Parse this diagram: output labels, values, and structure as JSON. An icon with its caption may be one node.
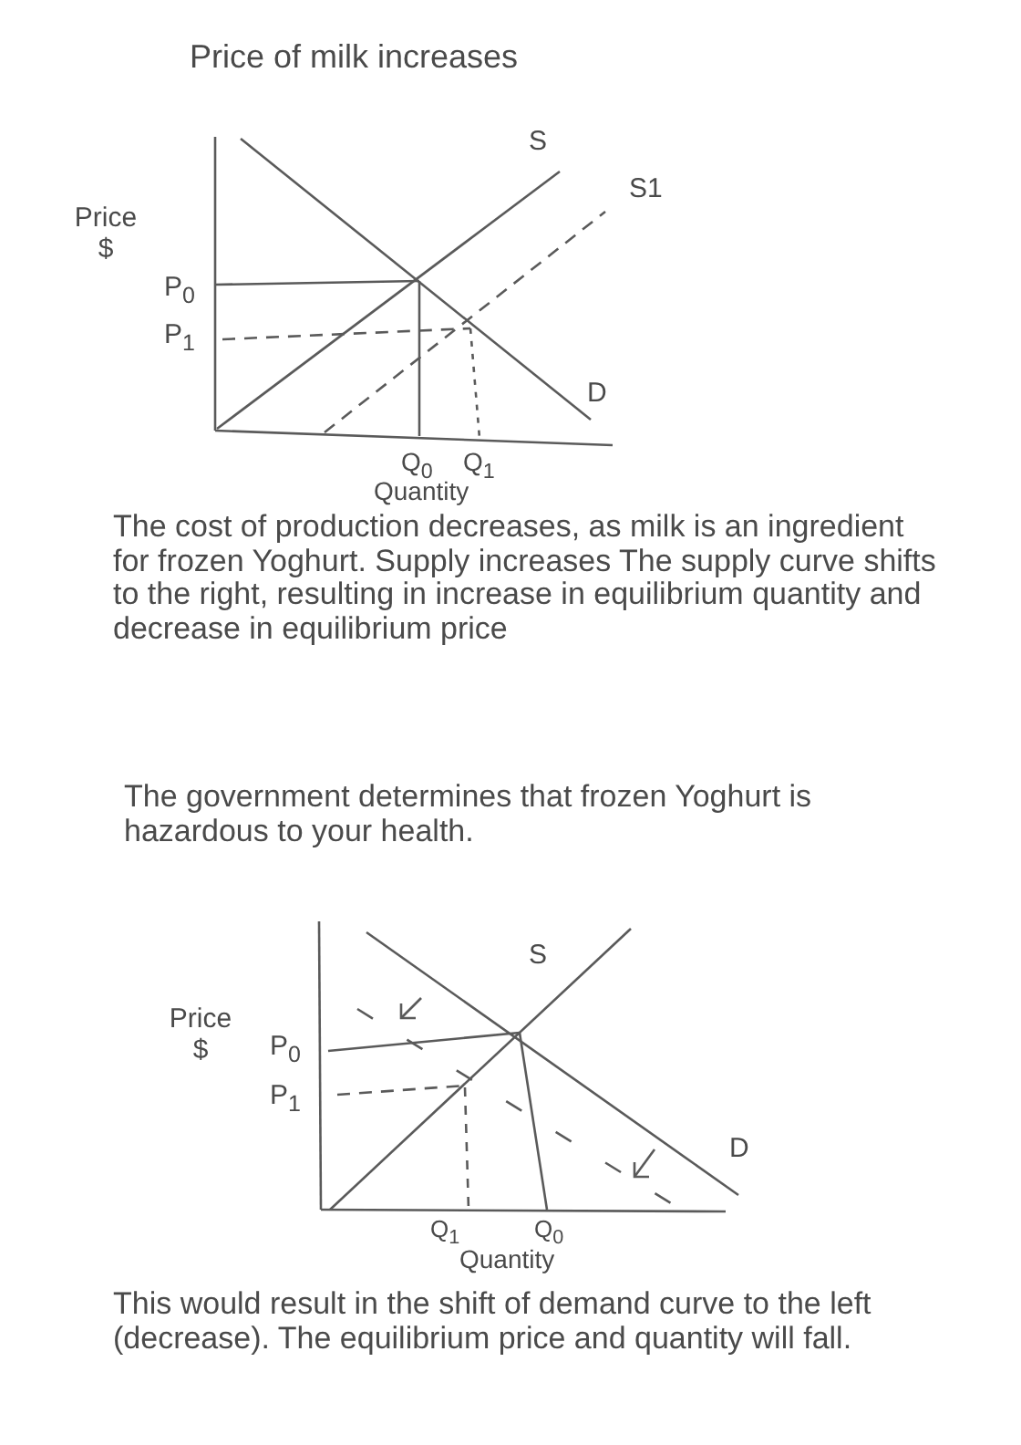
{
  "diagram": {
    "title": "Price of milk increases",
    "labels": [
      "S",
      "S1",
      "Price $",
      "P$_{0}$",
      "P$_{1}$",
      "D",
      "Q$_{0}$",
      "Q$_{1}$",
      "Quantity",
      "The cost of production decreases, as milk is an ingredient for frozen Yoghurt. Supply increases The supply curve shifts to the right, resulting in increase in equilibrium quantity and decrease in equilibrium price",
      "The government determines that frozen Yoghurt is hazardous to your health.",
      "S",
      "Price $",
      "P$_{0}$",
      "P$_{1}$",
      "D",
      "Q$_{1}$",
      "Quantity",
      "Q$_{0}$",
      "This would result in the shift of demand curve to the left (decrease). The equilibrium price and quantity will fall."
    ]
  }
}
